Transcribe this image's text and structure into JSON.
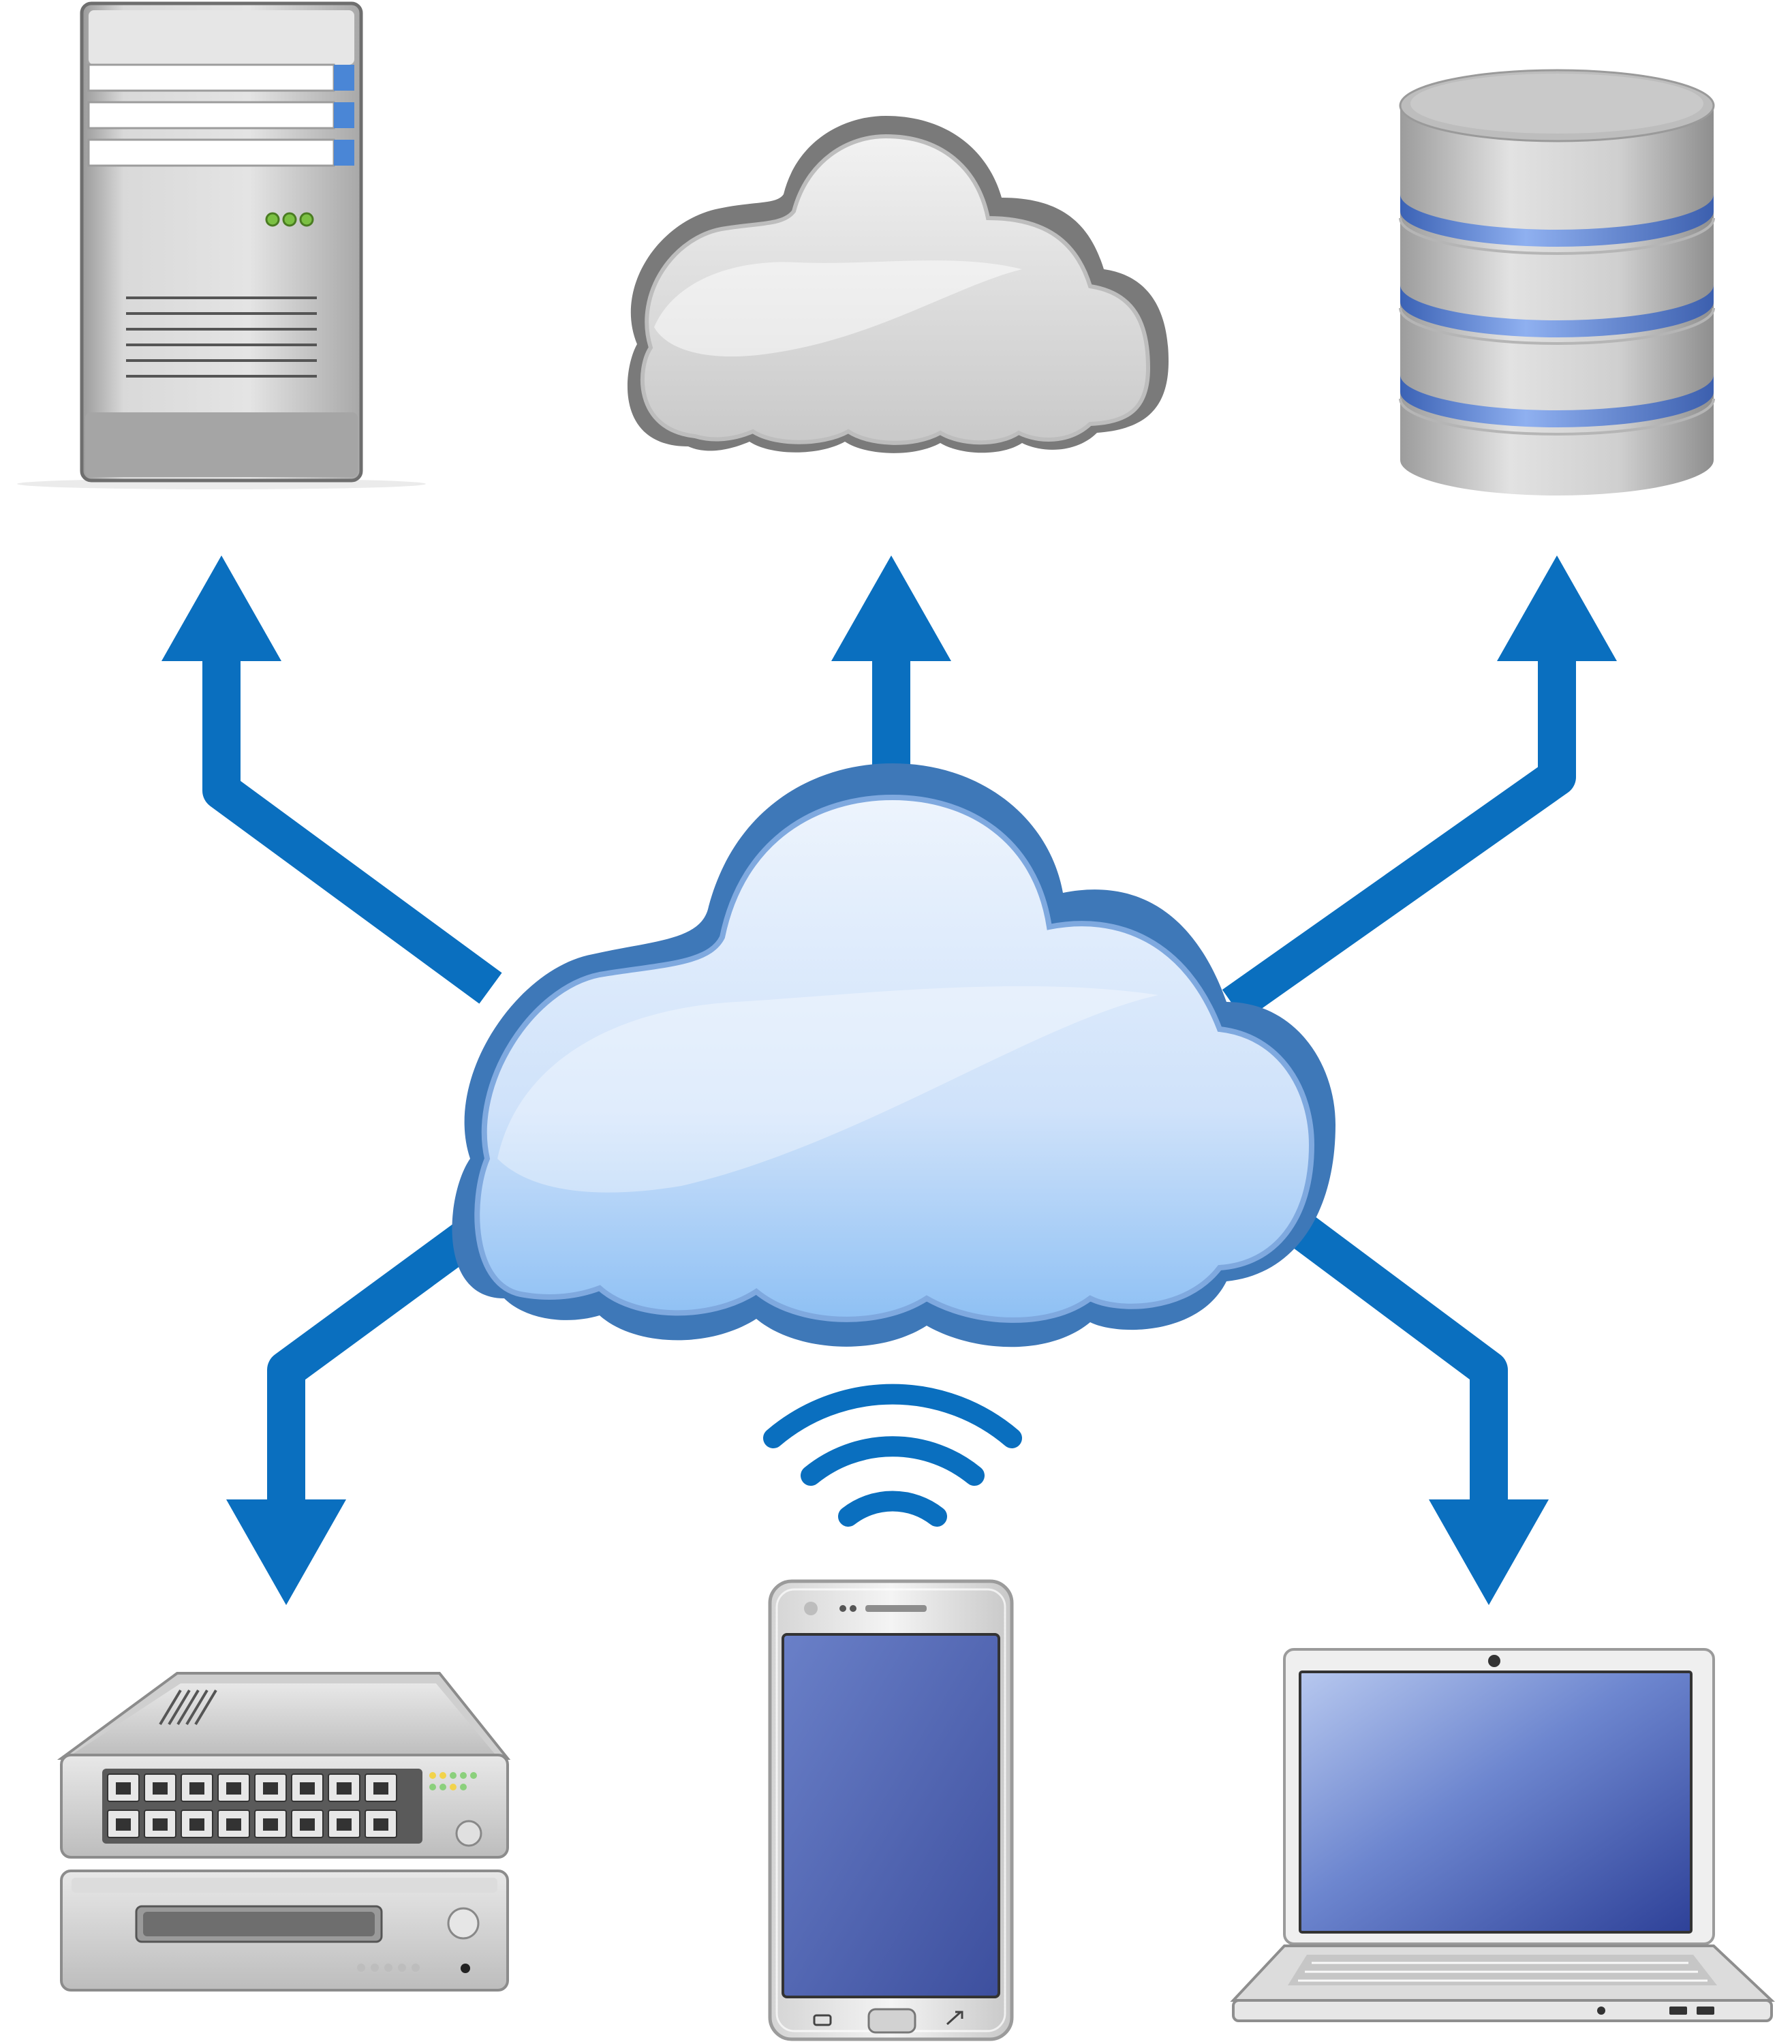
{
  "diagram": {
    "type": "cloud-network",
    "hub": {
      "icon": "cloud-icon",
      "role": "central hub"
    },
    "nodes": [
      {
        "icon": "server-tower-icon",
        "direction": "outbound-up"
      },
      {
        "icon": "cloud-service-icon",
        "direction": "outbound-up"
      },
      {
        "icon": "database-icon",
        "direction": "outbound-up"
      },
      {
        "icon": "network-switch-icon",
        "direction": "outbound-down"
      },
      {
        "icon": "smartphone-icon",
        "link": "wifi"
      },
      {
        "icon": "laptop-icon",
        "direction": "outbound-down"
      }
    ],
    "colors": {
      "arrow": "#0A6FBF",
      "cloud_fill": "#D6E8FB",
      "cloud_edge": "#3E78B8",
      "device_gray": "#C8C8C8",
      "screen_blue": "#4A5FAE",
      "accent_stripe": "#4A86D6"
    }
  }
}
